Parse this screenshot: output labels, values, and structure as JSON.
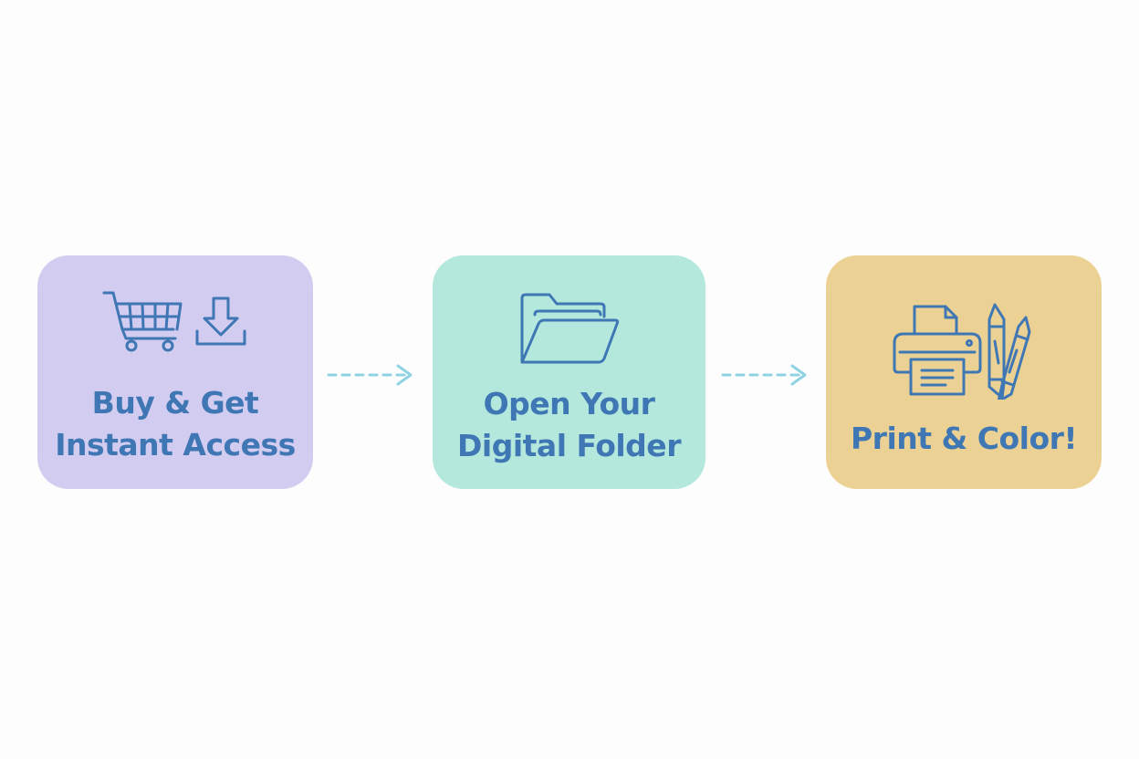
{
  "colors": {
    "ink": "#3f76b4",
    "arrow": "#8fd3e3",
    "step_1_bg": "#d3ccf1",
    "step_2_bg": "#b5e8dd",
    "step_3_bg": "#ebd294"
  },
  "steps": [
    {
      "label_line_1": "Buy & Get",
      "label_line_2": "Instant Access",
      "icons": [
        "shopping-cart-icon",
        "download-icon"
      ]
    },
    {
      "label_line_1": "Open Your",
      "label_line_2": "Digital Folder",
      "icons": [
        "folder-icon"
      ]
    },
    {
      "label_line_1": "Print & Color!",
      "icons": [
        "printer-icon",
        "crayons-icon"
      ]
    }
  ],
  "connectors": [
    "dashed-arrow",
    "dashed-arrow"
  ]
}
